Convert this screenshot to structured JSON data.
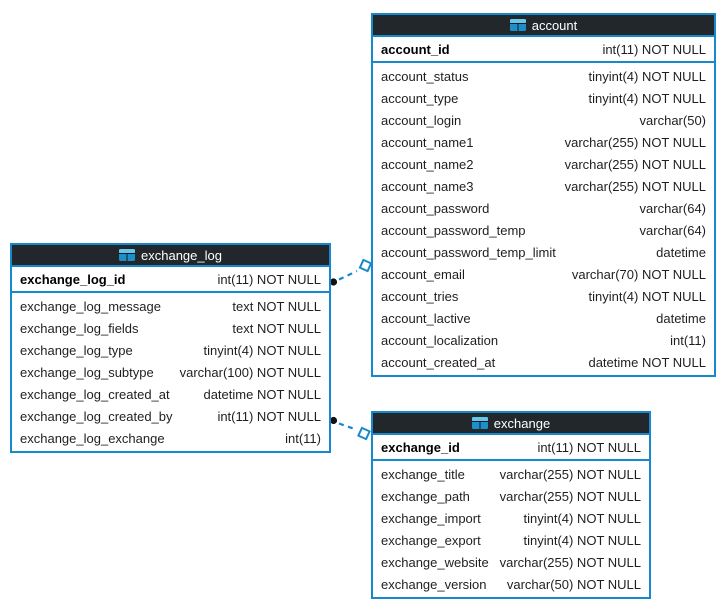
{
  "canvas": {
    "background": "#ffffff",
    "accent_blue": "#1689cc",
    "header_bg": "#22272c",
    "header_text": "#ffffff",
    "field_text": "#1f1f1f"
  },
  "tables": [
    {
      "name": "exchange_log",
      "icon": "table-icon",
      "primary_key": {
        "name": "exchange_log_id",
        "type": "int(11) NOT NULL"
      },
      "columns": [
        {
          "name": "exchange_log_message",
          "type": "text NOT NULL"
        },
        {
          "name": "exchange_log_fields",
          "type": "text NOT NULL"
        },
        {
          "name": "exchange_log_type",
          "type": "tinyint(4) NOT NULL"
        },
        {
          "name": "exchange_log_subtype",
          "type": "varchar(100) NOT NULL"
        },
        {
          "name": "exchange_log_created_at",
          "type": "datetime NOT NULL"
        },
        {
          "name": "exchange_log_created_by",
          "type": "int(11) NOT NULL"
        },
        {
          "name": "exchange_log_exchange",
          "type": "int(11)"
        }
      ]
    },
    {
      "name": "account",
      "icon": "table-icon",
      "primary_key": {
        "name": "account_id",
        "type": "int(11) NOT NULL"
      },
      "columns": [
        {
          "name": "account_status",
          "type": "tinyint(4) NOT NULL"
        },
        {
          "name": "account_type",
          "type": "tinyint(4) NOT NULL"
        },
        {
          "name": "account_login",
          "type": "varchar(50)"
        },
        {
          "name": "account_name1",
          "type": "varchar(255) NOT NULL"
        },
        {
          "name": "account_name2",
          "type": "varchar(255) NOT NULL"
        },
        {
          "name": "account_name3",
          "type": "varchar(255) NOT NULL"
        },
        {
          "name": "account_password",
          "type": "varchar(64)"
        },
        {
          "name": "account_password_temp",
          "type": "varchar(64)"
        },
        {
          "name": "account_password_temp_limit",
          "type": "datetime"
        },
        {
          "name": "account_email",
          "type": "varchar(70) NOT NULL"
        },
        {
          "name": "account_tries",
          "type": "tinyint(4) NOT NULL"
        },
        {
          "name": "account_lactive",
          "type": "datetime"
        },
        {
          "name": "account_localization",
          "type": "int(11)"
        },
        {
          "name": "account_created_at",
          "type": "datetime NOT NULL"
        }
      ]
    },
    {
      "name": "exchange",
      "icon": "table-icon",
      "primary_key": {
        "name": "exchange_id",
        "type": "int(11) NOT NULL"
      },
      "columns": [
        {
          "name": "exchange_title",
          "type": "varchar(255) NOT NULL"
        },
        {
          "name": "exchange_path",
          "type": "varchar(255) NOT NULL"
        },
        {
          "name": "exchange_import",
          "type": "tinyint(4) NOT NULL"
        },
        {
          "name": "exchange_export",
          "type": "tinyint(4) NOT NULL"
        },
        {
          "name": "exchange_website",
          "type": "varchar(255) NOT NULL"
        },
        {
          "name": "exchange_version",
          "type": "varchar(50) NOT NULL"
        }
      ]
    }
  ],
  "relationships": [
    {
      "from_table": "exchange_log",
      "to_table": "account",
      "line_style": "dashed"
    },
    {
      "from_table": "exchange_log",
      "to_table": "exchange",
      "line_style": "dashed"
    }
  ]
}
